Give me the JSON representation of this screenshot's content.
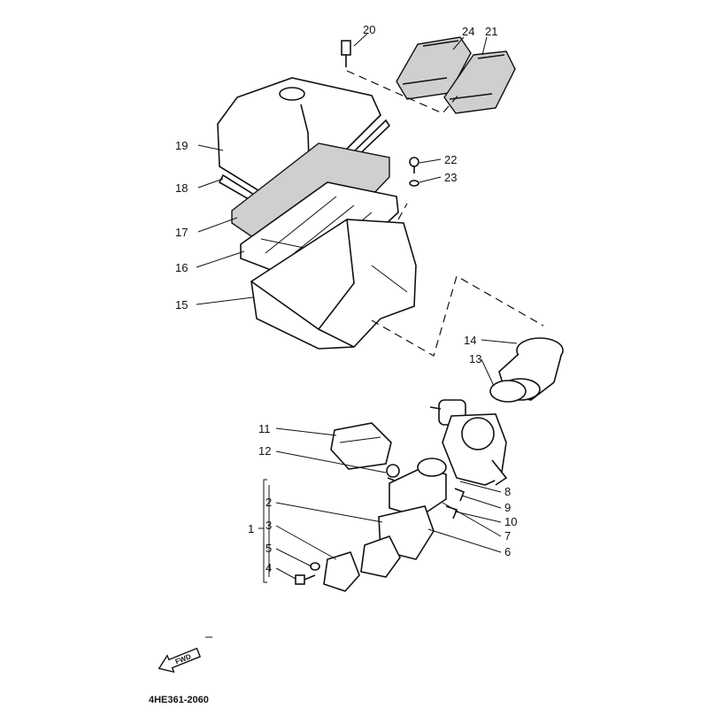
{
  "diagram": {
    "part_number_labels": [
      "1",
      "2",
      "3",
      "4",
      "5",
      "6",
      "7",
      "8",
      "9",
      "10",
      "11",
      "12",
      "13",
      "14",
      "15",
      "16",
      "17",
      "18",
      "19",
      "20",
      "21",
      "22",
      "23",
      "24"
    ],
    "catalog_code": "4HE361-2060",
    "fwd_label": "FWD",
    "icons": [
      "fwd-arrow-icon"
    ]
  }
}
